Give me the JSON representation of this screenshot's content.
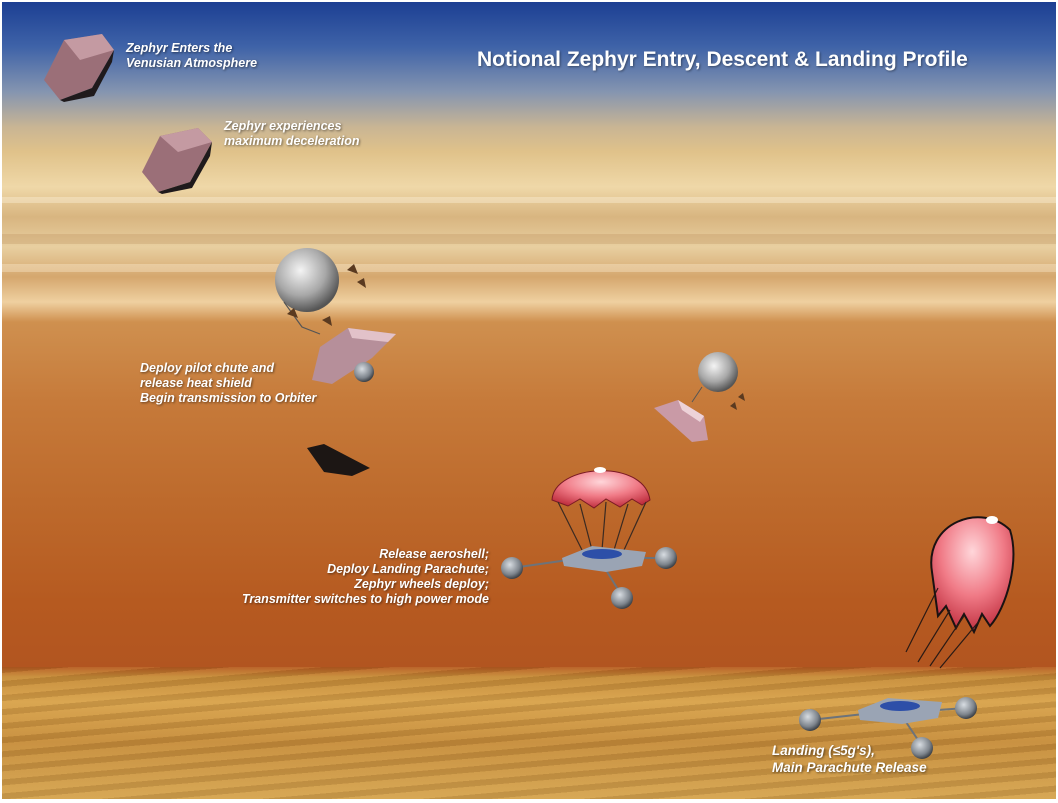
{
  "title": "Notional Zephyr Entry, Descent & Landing Profile",
  "labels": {
    "entry": [
      "Zephyr Enters the",
      "Venusian Atmosphere"
    ],
    "max_decel": [
      "Zephyr experiences",
      "maximum deceleration"
    ],
    "pilot_chute": [
      "Deploy pilot chute and",
      "release  heat shield",
      "Begin transmission to Orbiter"
    ],
    "aeroshell": [
      "Release aeroshell;",
      "Deploy Landing Parachute;",
      "Zephyr wheels deploy;",
      "Transmitter switches to high power mode"
    ],
    "landing": [
      "Landing (≤5g's),",
      "Main Parachute Release"
    ]
  },
  "colors": {
    "sky_top": "#1c3f93",
    "cloud_band": "#e8cfa0",
    "atmosphere": "#c06a2c",
    "surface": "#c9923e",
    "parachute": "#f07a86",
    "aeroshell": "#8a5f6a",
    "wheel": "#8a9098"
  }
}
